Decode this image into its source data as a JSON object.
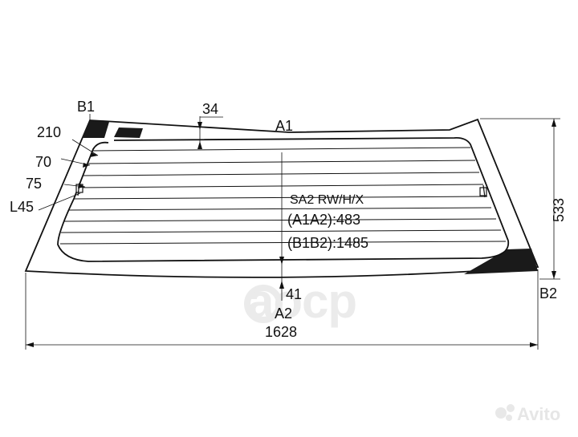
{
  "labels": {
    "b1": "B1",
    "b2": "B2",
    "a1": "A1",
    "a2": "A2",
    "top_dim": "34",
    "d210": "210",
    "d70": "70",
    "d75": "75",
    "l45": "L45",
    "right_dim": "533",
    "bottom_dim": "41",
    "width_dim": "1628"
  },
  "info": {
    "code": "SA2 RW/H/X",
    "a1a2": "(A1A2):483",
    "b1b2": "(B1B2):1485"
  },
  "watermark": {
    "brand": "aocp"
  },
  "badge": {
    "text": "Avito"
  },
  "colors": {
    "line": "#111111",
    "ceramic": "#1a1a1a",
    "watermark": "#ebebeb",
    "badge_dot_red": "#e0e0e0"
  }
}
